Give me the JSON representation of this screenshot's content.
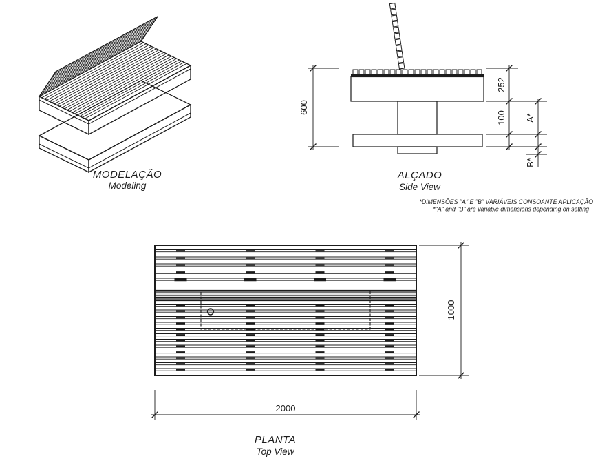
{
  "drawing": {
    "views": {
      "modeling": {
        "title_pt": "MODELAÇÃO",
        "title_en": "Modeling"
      },
      "side": {
        "title_pt": "ALÇADO",
        "title_en": "Side View"
      },
      "plan": {
        "title_pt": "PLANTA",
        "title_en": "Top View"
      }
    },
    "dimensions": {
      "side_total_height": "600",
      "side_seat_block": "252",
      "side_plinth_gap": "100",
      "side_variable_a": "A*",
      "side_variable_b": "B*",
      "plan_length": "2000",
      "plan_depth": "1000"
    },
    "notes": {
      "pt": "*DIMENSÕES \"A\" E \"B\" VARIÁVEIS CONSOANTE APLICAÇÃO",
      "en": "*\"A\" and \"B\" are variable dimensions depending on setting"
    },
    "colors": {
      "line": "#1c1c1c",
      "background": "#ffffff"
    }
  }
}
